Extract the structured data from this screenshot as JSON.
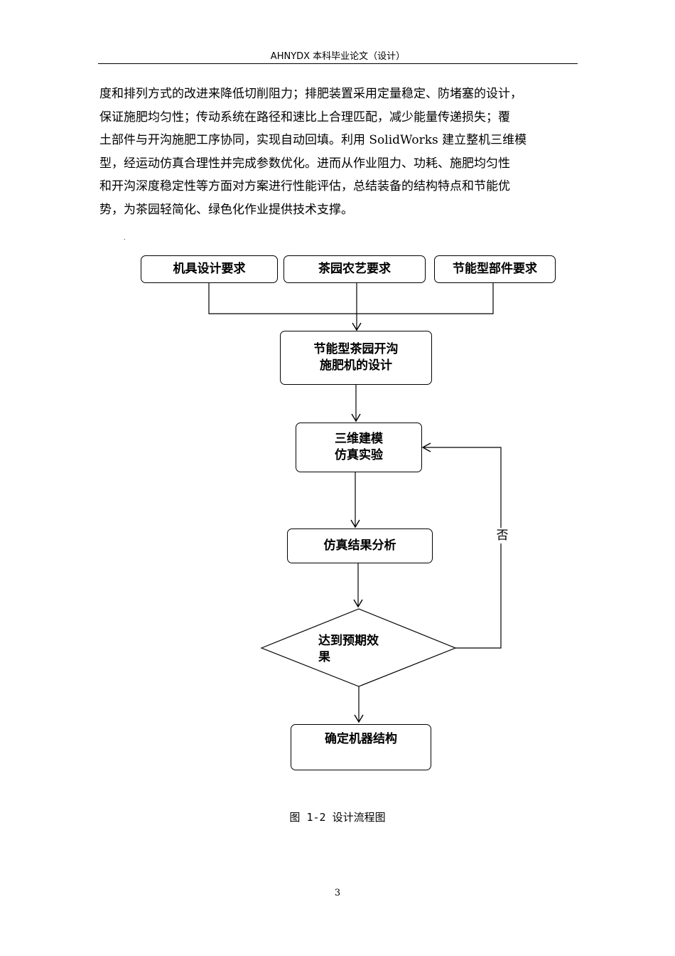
{
  "header": {
    "title": "AHNYDX 本科毕业论文（设计）"
  },
  "body": {
    "lines": [
      "度和排列方式的改进来降低切削阻力；排肥装置采用定量稳定、防堵塞的设计，",
      "保证施肥均匀性；传动系统在路径和速比上合理匹配，减少能量传递损失；覆",
      "土部件与开沟施肥工序协同，实现自动回填。利用 SolidWorks 建立整机三维模",
      "型，经运动仿真合理性并完成参数优化。进而从作业阻力、功耗、施肥均匀性",
      "和开沟深度稳定性等方面对方案进行性能评估，总结装备的结构特点和节能优",
      "势，为茶园轻简化、绿色化作业提供技术支撑。"
    ],
    "stray_mark": "."
  },
  "flowchart": {
    "req_machine": "机具设计要求",
    "req_agronomy": "茶园农艺要求",
    "req_parts": "节能型部件要求",
    "design_line1": "节能型茶园开沟",
    "design_line2": "施肥机的设计",
    "model_line1": "三维建模",
    "model_line2": "仿真实验",
    "analysis": "仿真结果分析",
    "decision_line1": "达到预期效",
    "decision_line2": "果",
    "final": "确定机器结构",
    "no_label": "否"
  },
  "caption": "图 1-2 设计流程图",
  "page_number": "3"
}
